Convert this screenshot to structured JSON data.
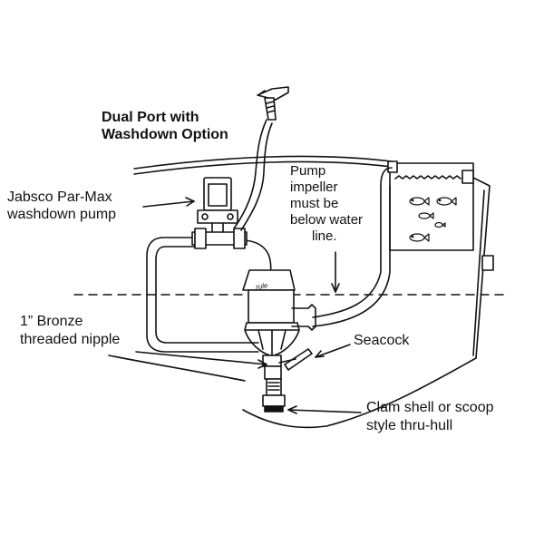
{
  "title": {
    "line1": "Dual Port with",
    "line2": "Washdown Option"
  },
  "labels": {
    "pump": {
      "line1": "Jabsco Par-Max",
      "line2": "washdown pump"
    },
    "impeller": {
      "line1": "Pump",
      "line2": "impeller",
      "line3": "must be",
      "line4": "below water",
      "line5": "line."
    },
    "nipple": {
      "line1": "1” Bronze",
      "line2": "threaded nipple"
    },
    "seacock": "Seacock",
    "thruhull": {
      "line1": "Clam shell or scoop",
      "line2": "style thru-hull"
    }
  },
  "brand_mark": "rule",
  "colors": {
    "line": "#111111",
    "background": "#ffffff"
  }
}
